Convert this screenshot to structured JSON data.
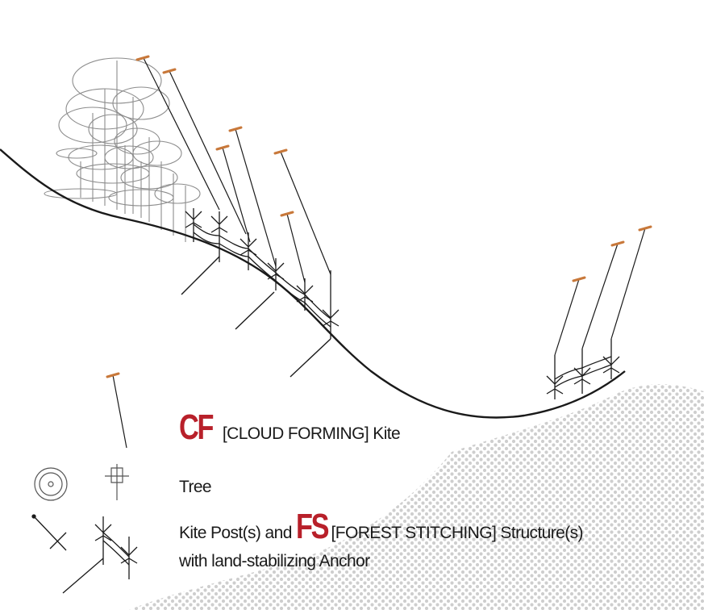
{
  "legend": {
    "cf_abbr": "CF",
    "cf_text": "[CLOUD FORMING] Kite",
    "tree_text": "Tree",
    "post_text_a": "Kite Post(s) and",
    "fs_abbr": "FS",
    "post_text_b": "[FOREST STITCHING] Structure(s)",
    "post_text_c": "with land-stabilizing Anchor"
  },
  "colors": {
    "accent_red": "#b8202a",
    "kite_orange": "#c8783a",
    "line": "#1a1a1a",
    "tree": "#8c8c8c",
    "dots": "#c9c9c9"
  }
}
